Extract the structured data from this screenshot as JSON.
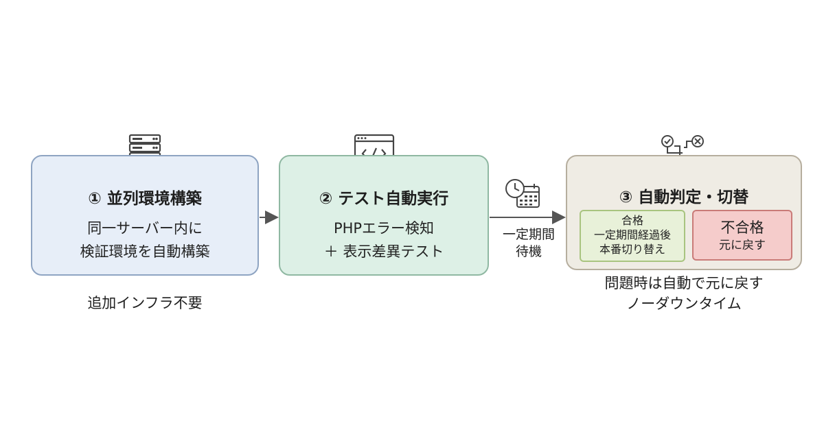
{
  "steps": [
    {
      "title": "① 並列環境構築",
      "body": [
        "同一サーバー内に",
        "検証環境を自動構築"
      ],
      "caption": "追加インフラ不要",
      "icon": "server-icon"
    },
    {
      "title": "② テスト自動実行",
      "body": [
        "PHPエラー検知",
        "＋ 表示差異テスト"
      ],
      "icon": "code-eye-icon"
    },
    {
      "title": "③ 自動判定・切替",
      "pass": {
        "label": "合格",
        "detail": [
          "一定期間経過後",
          "本番切り替え"
        ]
      },
      "fail": {
        "label": "不合格",
        "detail": "元に戻す"
      },
      "caption": [
        "問題時は自動で元に戻す",
        "ノーダウンタイム"
      ],
      "icon": "decision-icon"
    }
  ],
  "connector": {
    "wait_label": [
      "一定期間",
      "待機"
    ],
    "icon": "clock-calendar-icon"
  },
  "colors": {
    "box1_fill": "#e7eef8",
    "box2_fill": "#ddf0e6",
    "box3_fill": "#efece4",
    "pass_fill": "#e8f1d9",
    "fail_fill": "#f5cccb",
    "arrow": "#555555"
  }
}
